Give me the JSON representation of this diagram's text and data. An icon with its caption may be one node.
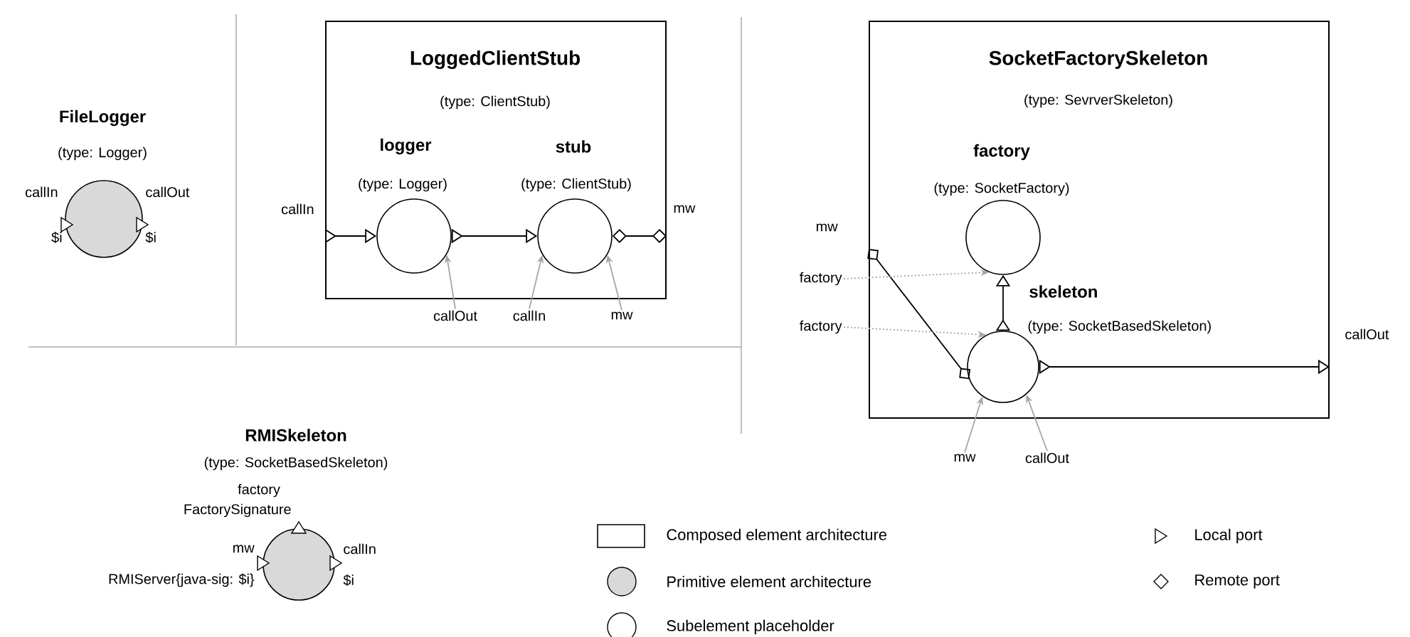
{
  "diagram": {
    "nodes": [
      {
        "text": [
          "FileLogger",
          "(type: Logger)"
        ],
        "beside": [
          "callIn",
          "$i",
          "callOut",
          "$i"
        ]
      },
      {
        "text": [
          "LoggedClientStub",
          "(type: ClientStub)"
        ],
        "beside": [
          "callIn",
          "mw"
        ]
      },
      {
        "text": [
          "logger",
          "(type: Logger)"
        ],
        "in": 1
      },
      {
        "text": [
          "stub",
          "(type: ClientStub)"
        ],
        "in": 1
      },
      {
        "text": [
          "SocketFactorySkeleton",
          "(type: SevrverSkeleton)"
        ],
        "beside": [
          "mw",
          "callOut"
        ]
      },
      {
        "text": [
          "factory",
          "(type: SocketFactory)"
        ],
        "in": 4
      },
      {
        "text": [
          "skeleton",
          "(type: SocketBasedSkeleton)"
        ],
        "in": 4
      },
      {
        "text": [
          "RMISkeleton",
          "(type: SocketBasedSkeleton)"
        ],
        "beside": [
          "factory",
          "FactorySignature",
          "mw",
          "RMIServer{java-sig: $i}",
          "callIn",
          "$i"
        ]
      },
      {
        "text": [
          "callOut"
        ]
      },
      {
        "text": [
          "callIn"
        ]
      },
      {
        "text": [
          "mw"
        ]
      },
      {
        "text": [
          "factory"
        ]
      },
      {
        "text": [
          "factory"
        ]
      },
      {
        "text": [
          "mw"
        ]
      },
      {
        "text": [
          "callOut"
        ]
      }
    ],
    "edges": [
      {
        "from": 1,
        "to": 2,
        "arrow": "to",
        "color": "#000000"
      },
      {
        "from": 2,
        "to": 3,
        "arrow": "to",
        "color": "#000000"
      },
      {
        "from": 3,
        "to": 1,
        "arrow": "other",
        "color": "#000000"
      },
      {
        "from": 4,
        "to": 6,
        "arrow": "other",
        "color": "#000000"
      },
      {
        "from": 6,
        "to": 5,
        "arrow": "to",
        "color": "#000000"
      },
      {
        "from": 6,
        "to": 4,
        "arrow": "to",
        "color": "#000000"
      },
      {
        "from": 8,
        "to": 2,
        "arrow": "to"
      },
      {
        "from": 9,
        "to": 3,
        "arrow": "to"
      },
      {
        "from": 10,
        "to": 3,
        "arrow": "to"
      },
      {
        "from": 11,
        "to": 5,
        "arrow": "to",
        "style": "dashed"
      },
      {
        "from": 12,
        "to": 6,
        "arrow": "to",
        "style": "dashed"
      },
      {
        "from": 13,
        "to": 6,
        "arrow": "to"
      },
      {
        "from": 14,
        "to": 6,
        "arrow": "to"
      }
    ],
    "legend": [
      {
        "text": "Composed element architecture"
      },
      {
        "text": "Local port"
      },
      {
        "text": "Primitive element architecture",
        "color": "#d9d9d9"
      },
      {
        "text": "Remote port"
      },
      {
        "text": "Subelement placeholder"
      }
    ]
  }
}
